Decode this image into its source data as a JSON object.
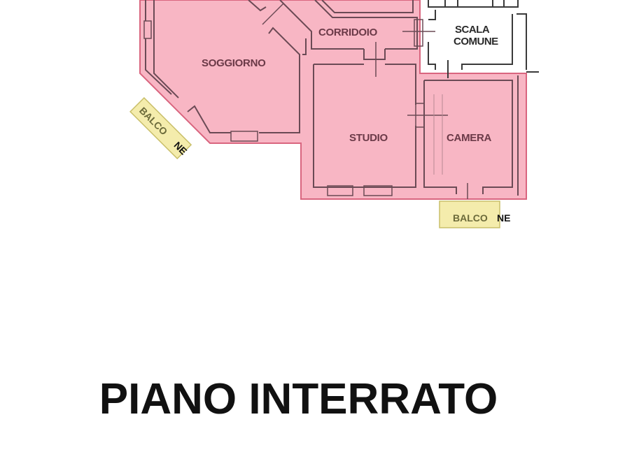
{
  "plan": {
    "colors": {
      "apartment_fill": "#f8b6c4",
      "apartment_border": "#d9657f",
      "wall": "#6b4a55",
      "balcony_fill": "#f4ecac",
      "balcony_border": "#c9bf6a",
      "common_fill": "#ffffff"
    },
    "rooms": {
      "soggiorno": "SOGGIORNO",
      "corridoio": "CORRIDOIO",
      "studio": "STUDIO",
      "camera": "CAMERA",
      "scala_line1": "SCALA",
      "scala_line2": "COMUNE"
    },
    "balconies": {
      "left_main": "BALCO",
      "left_tail": "NE",
      "right_main": "BALCO",
      "right_tail": "NE"
    }
  },
  "title": "PIANO INTERRATO"
}
